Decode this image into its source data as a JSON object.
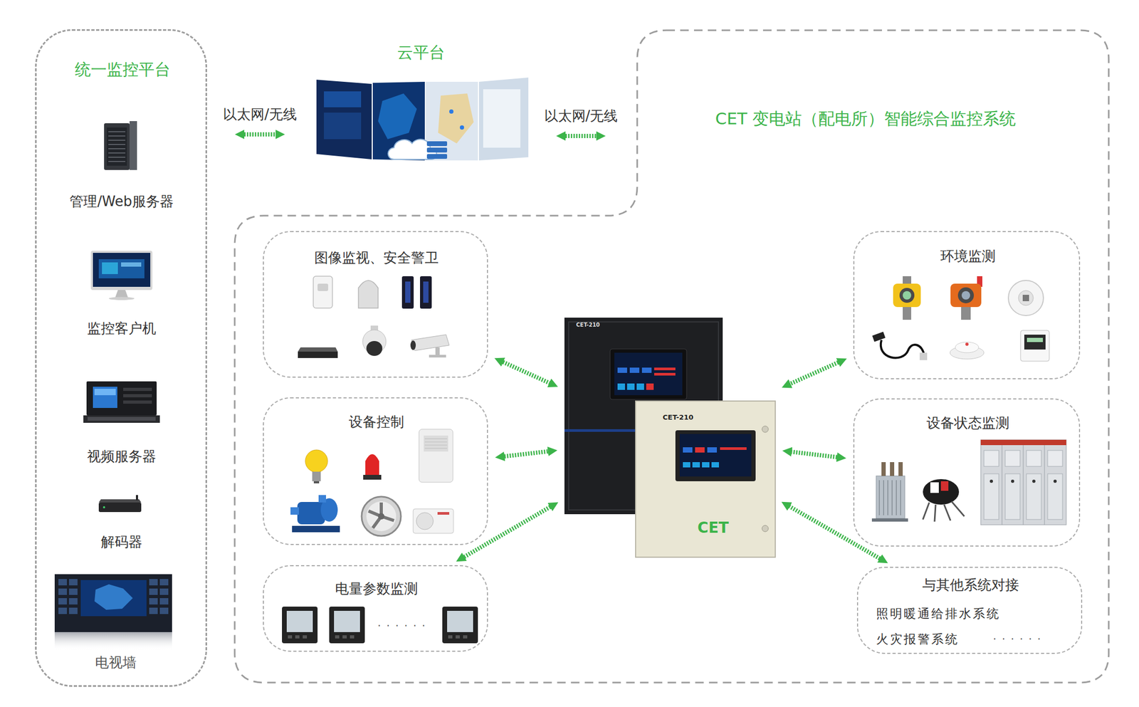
{
  "diagram": {
    "nodes": [
      {
        "text": [
          "统一监控平台"
        ]
      },
      {
        "text": [
          "管理/Web服务器"
        ],
        "in": 0
      },
      {
        "text": [
          "监控客户机"
        ],
        "in": 0
      },
      {
        "text": [
          "视频服务器"
        ],
        "in": 0
      },
      {
        "text": [
          "解码器"
        ],
        "in": 0
      },
      {
        "text": [
          "电视墙"
        ],
        "in": 0
      },
      {
        "text": [
          "云平台"
        ]
      },
      {
        "text": [
          "CET 变电站（配电所）智能综合监控系统"
        ]
      },
      {
        "text": [
          "图像监视、安全警卫"
        ],
        "in": 7
      },
      {
        "text": [
          "设备控制"
        ],
        "in": 7
      },
      {
        "text": [
          "电量参数监测",
          "· · · · · ·"
        ],
        "in": 7
      },
      {
        "text": [
          "CET-210",
          "CET-210",
          "CET"
        ],
        "in": 7
      },
      {
        "text": [
          "环境监测"
        ],
        "in": 7
      },
      {
        "text": [
          "设备状态监测"
        ],
        "in": 7
      },
      {
        "text": [
          "与其他系统对接",
          "照明暖通给排水系统",
          "火灾报警系统",
          "· · · · · ·"
        ],
        "in": 7
      }
    ],
    "edges": [
      {
        "from": 0,
        "to": 6,
        "label": "以太网/无线",
        "arrow": "both"
      },
      {
        "from": 6,
        "to": 7,
        "label": "以太网/无线",
        "arrow": "both"
      },
      {
        "from": 8,
        "to": 11,
        "arrow": "both"
      },
      {
        "from": 9,
        "to": 11,
        "arrow": "both"
      },
      {
        "from": 10,
        "to": 11,
        "arrow": "both"
      },
      {
        "from": 12,
        "to": 11,
        "arrow": "both"
      },
      {
        "from": 13,
        "to": 11,
        "arrow": "both"
      },
      {
        "from": 14,
        "to": 11,
        "arrow": "both"
      }
    ]
  }
}
